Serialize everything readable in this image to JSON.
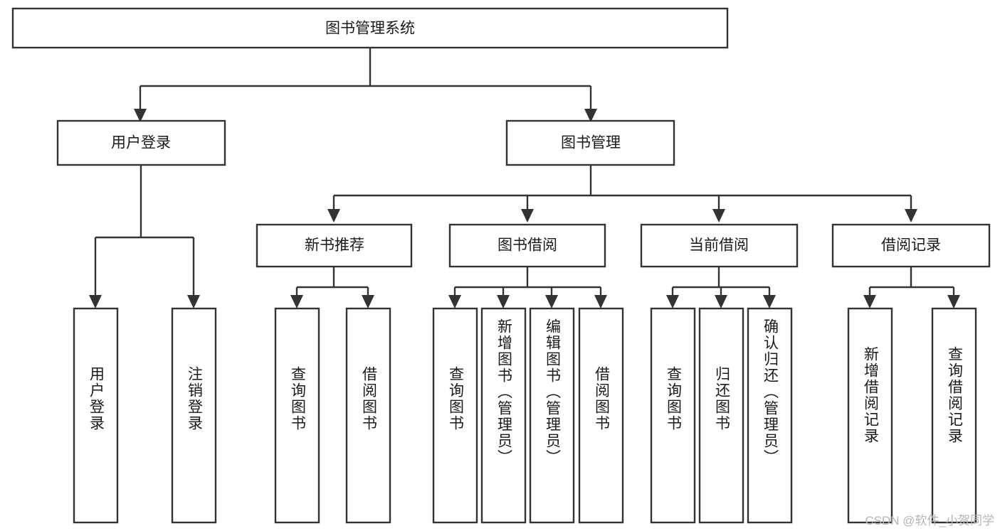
{
  "diagram": {
    "title": "图书管理系统",
    "type": "tree-hierarchy",
    "nodes": {
      "root": {
        "label": "图书管理系统",
        "level": 0
      },
      "user_login": {
        "label": "用户登录",
        "level": 1
      },
      "book_manage": {
        "label": "图书管理",
        "level": 1
      },
      "new_book_rec": {
        "label": "新书推荐",
        "level": 2
      },
      "book_borrow": {
        "label": "图书借阅",
        "level": 2
      },
      "current_borrow": {
        "label": "当前借阅",
        "level": 2
      },
      "borrow_record": {
        "label": "借阅记录",
        "level": 2
      },
      "leaf_user_login": {
        "label": "用户登录",
        "level": 3
      },
      "leaf_logout": {
        "label": "注销登录",
        "level": 3
      },
      "leaf_query_book_1": {
        "label": "查询图书",
        "level": 3
      },
      "leaf_borrow_book_1": {
        "label": "借阅图书",
        "level": 3
      },
      "leaf_query_book_2": {
        "label": "查询图书",
        "level": 3
      },
      "leaf_add_book": {
        "label": "新增图书（管理员）",
        "level": 3
      },
      "leaf_edit_book": {
        "label": "编辑图书（管理员）",
        "level": 3
      },
      "leaf_borrow_book_2": {
        "label": "借阅图书",
        "level": 3
      },
      "leaf_query_book_3": {
        "label": "查询图书",
        "level": 3
      },
      "leaf_return_book": {
        "label": "归还图书",
        "level": 3
      },
      "leaf_confirm_return": {
        "label": "确认归还（管理员）",
        "level": 3
      },
      "leaf_add_record": {
        "label": "新增借阅记录",
        "level": 3
      },
      "leaf_query_record": {
        "label": "查询借阅记录",
        "level": 3
      }
    },
    "colors": {
      "stroke": "#333333",
      "fill": "#ffffff",
      "text": "#1a1a1a",
      "watermark": "#b5b5b5"
    }
  },
  "watermark": {
    "text": "CSDN @软件_小贺同学"
  }
}
